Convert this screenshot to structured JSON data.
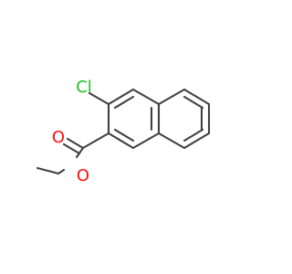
{
  "molecule": {
    "atoms": {
      "chlorine": {
        "label": "Cl",
        "color": "#1fbf1f"
      },
      "carbonyl_oxygen": {
        "label": "O",
        "color": "#ff0d0d"
      },
      "ester_oxygen": {
        "label": "O",
        "color": "#ff0d0d"
      }
    },
    "bond_color": "#404040"
  }
}
